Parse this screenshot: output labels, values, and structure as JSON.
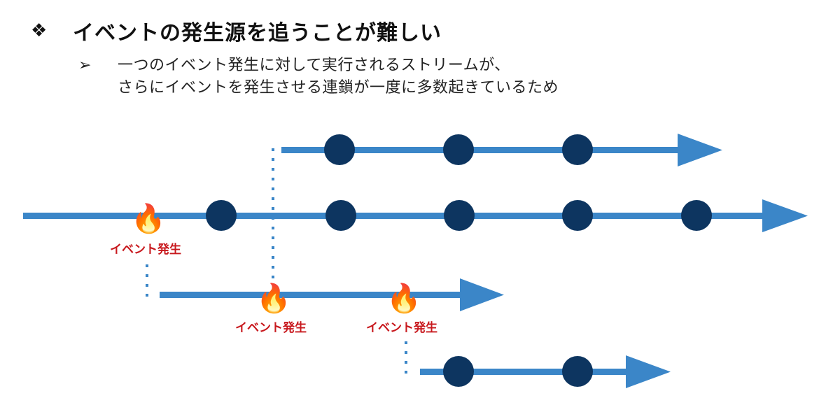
{
  "heading": {
    "bullet": "❖",
    "text": "イベントの発生源を追うことが難しい"
  },
  "subpoint": {
    "bullet": "➢",
    "lines": [
      "一つのイベント発生に対して実行されるストリームが、",
      "さらにイベントを発生させる連鎖が一度に多数起きているため"
    ]
  },
  "diagram": {
    "colors": {
      "stream": "#3b86c8",
      "node": "#0d3560",
      "label": "#c8191e"
    },
    "event_label": "イベント発生",
    "flame": "🔥",
    "streams": [
      {
        "name": "stream-top",
        "nodes": 3
      },
      {
        "name": "stream-main",
        "nodes": 5
      },
      {
        "name": "stream-middle",
        "nodes": 0
      },
      {
        "name": "stream-bottom",
        "nodes": 2
      }
    ],
    "events": [
      {
        "name": "event-main"
      },
      {
        "name": "event-middle-left"
      },
      {
        "name": "event-middle-right"
      }
    ]
  }
}
